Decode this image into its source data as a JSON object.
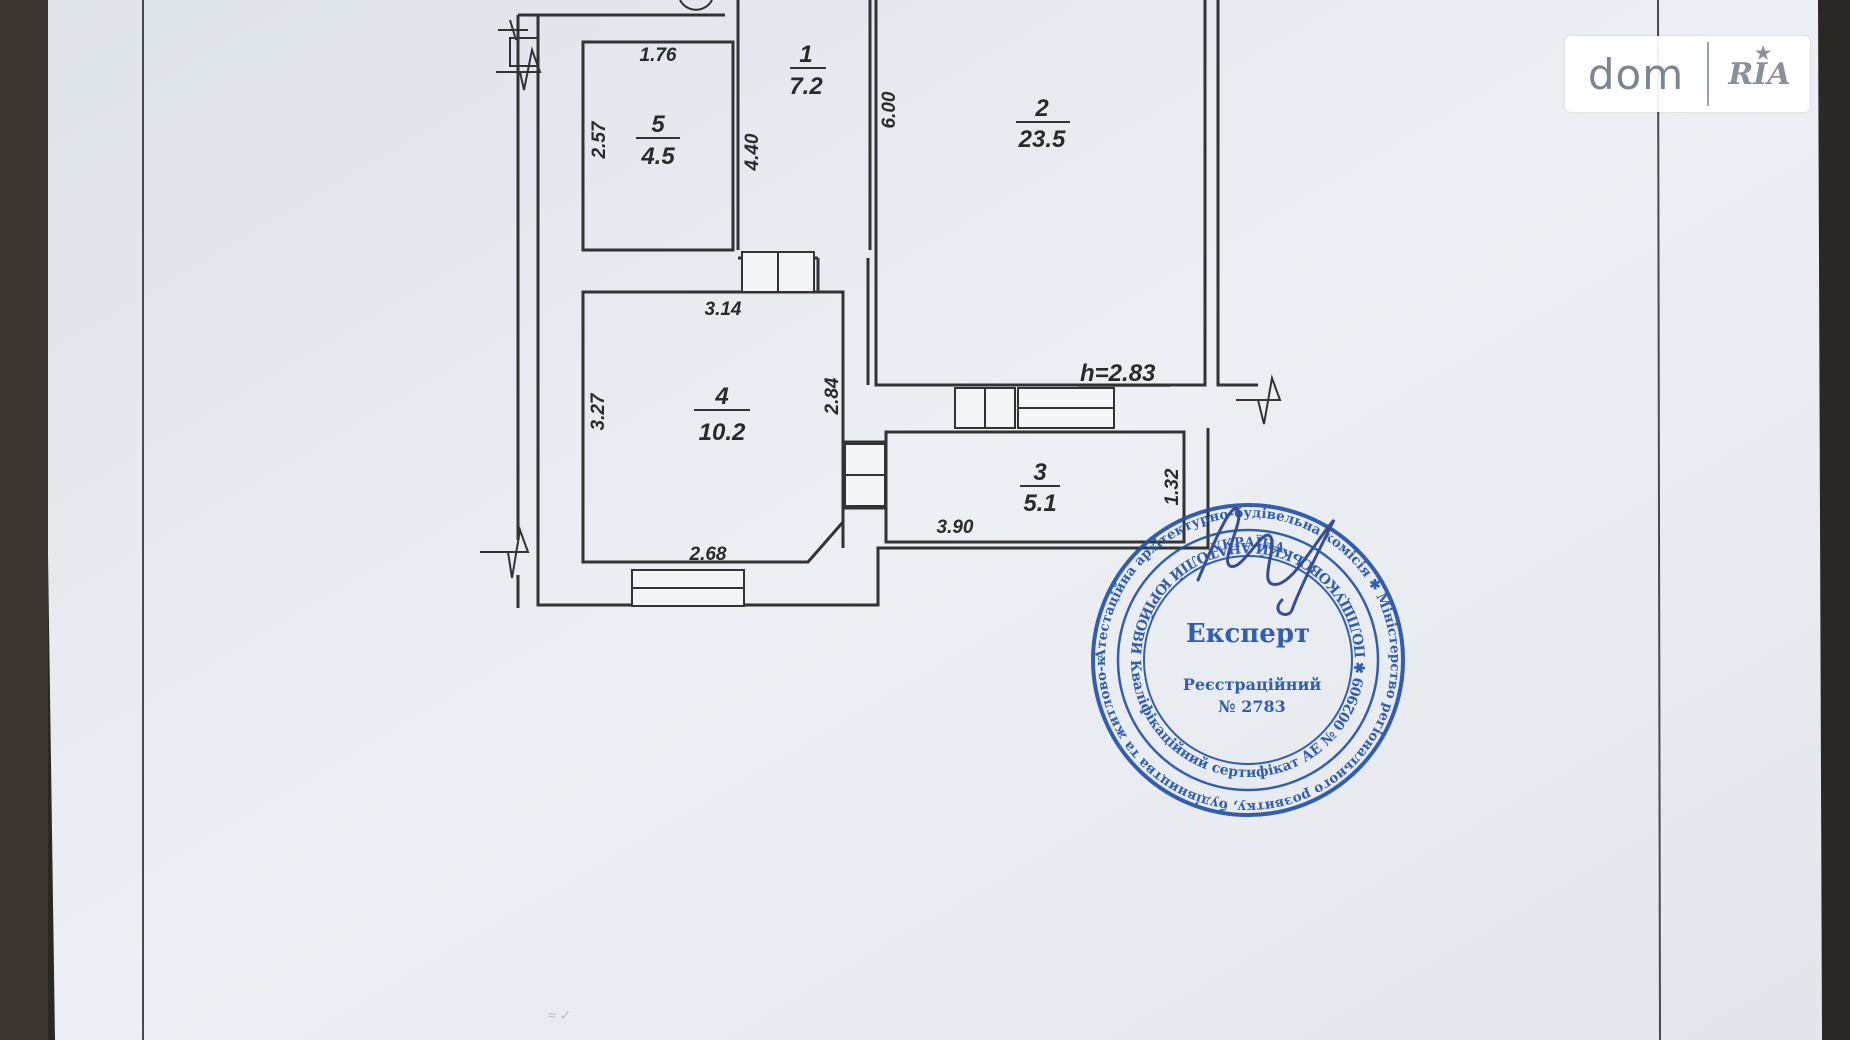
{
  "plan": {
    "ceiling_height": "h=2.83",
    "rooms": [
      {
        "number": "1",
        "area": "7.2"
      },
      {
        "number": "2",
        "area": "23.5"
      },
      {
        "number": "3",
        "area": "5.1"
      },
      {
        "number": "4",
        "area": "10.2"
      },
      {
        "number": "5",
        "area": "4.5"
      }
    ],
    "dimensions": [
      "1.76",
      "2.57",
      "4.40",
      "6.00",
      "3.14",
      "3.27",
      "2.84",
      "2.68",
      "3.90",
      "1.32"
    ]
  },
  "stamp": {
    "title": "Експерт",
    "reg_label": "Реєстраційний",
    "reg_number": "№ 2783",
    "ring_outer": "Атестаційна архітектурно-будівельна комісія ✱ Міністерство регіонального розвитку, будівництва та житлово-комунального господарства України ✱",
    "ring_inner": "Кваліфікаційний сертифікат АЕ № 002909 ✱ ПОЛІЩУКОВСЬКИЙ АНАТОЛІЙ ЮРІЙОВИЧ ✱",
    "center_top": "УКРАЇНА"
  },
  "watermark": {
    "left": "dom",
    "right": "RIA"
  },
  "colors": {
    "paper": "#e8ebf0",
    "ink": "#2a2a2a",
    "stamp": "#1f4fa8"
  }
}
